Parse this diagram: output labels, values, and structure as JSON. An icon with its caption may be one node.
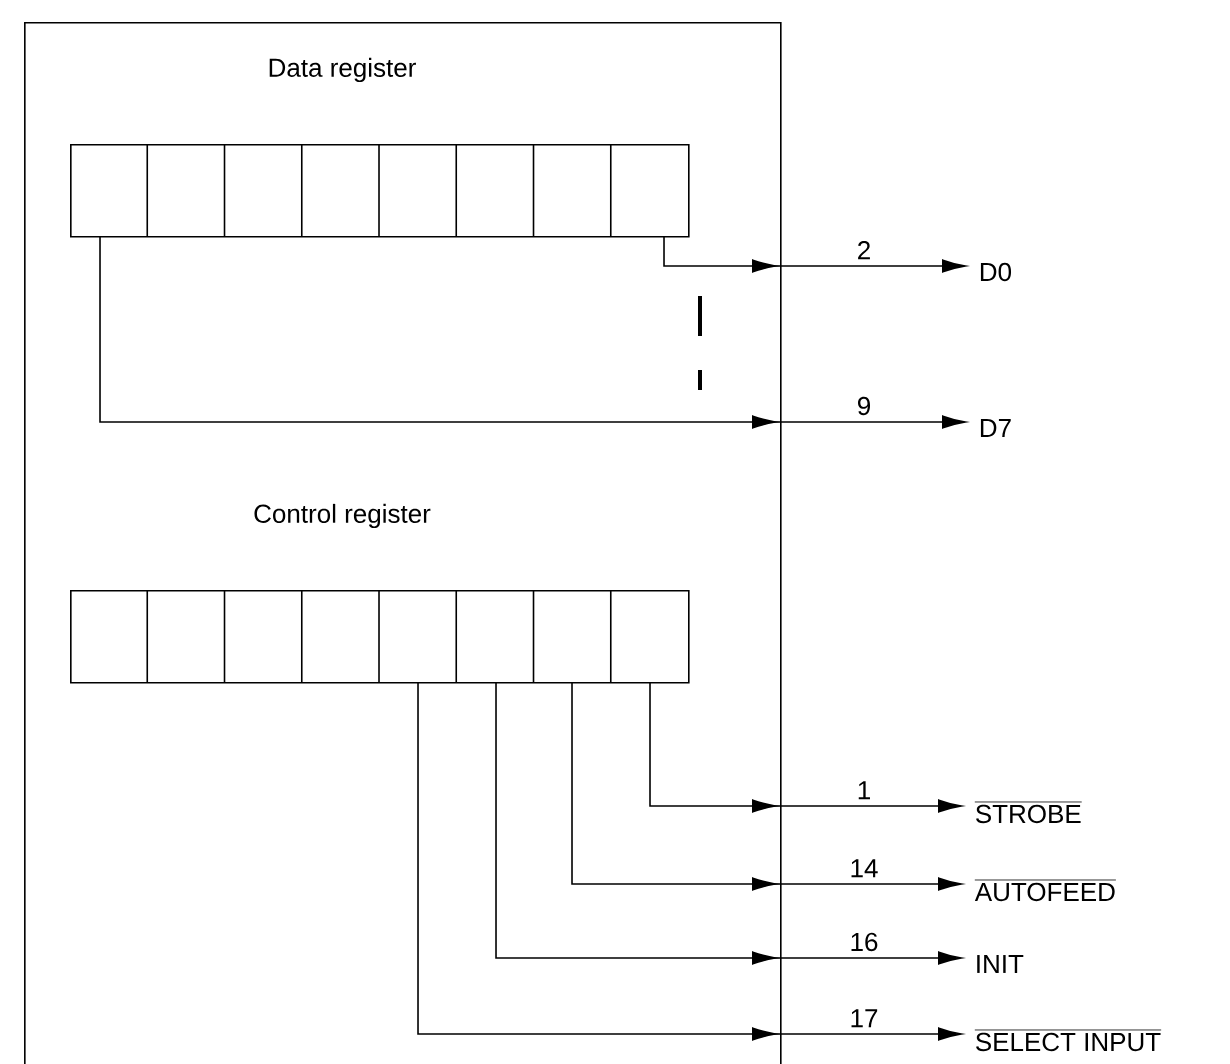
{
  "diagram": {
    "nodes": [
      {
        "text": [],
        "shape": "box"
      },
      {
        "text": [
          "Data register"
        ],
        "in": 0
      },
      {
        "text": [
          "D0"
        ]
      },
      {
        "text": [
          "D7"
        ]
      },
      {
        "text": [
          "Control register"
        ],
        "in": 0
      },
      {
        "text": [
          "STROBE"
        ]
      },
      {
        "text": [
          "AUTOFEED"
        ]
      },
      {
        "text": [
          "INIT"
        ]
      },
      {
        "text": [
          "SELECT INPUT"
        ]
      }
    ],
    "edges": [
      {
        "from": 1,
        "to": 2,
        "arrow": "to",
        "label": "2"
      },
      {
        "from": 1,
        "to": 3,
        "arrow": "to",
        "label": "9"
      },
      {
        "from": 4,
        "to": 5,
        "arrow": "to",
        "label": "1"
      },
      {
        "from": 4,
        "to": 6,
        "arrow": "to",
        "label": "14"
      },
      {
        "from": 4,
        "to": 7,
        "arrow": "to",
        "label": "16"
      },
      {
        "from": 4,
        "to": 8,
        "arrow": "to",
        "label": "17"
      }
    ]
  }
}
